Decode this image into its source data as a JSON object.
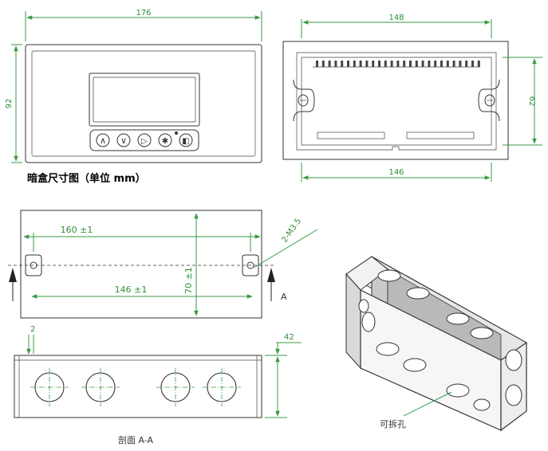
{
  "front_view": {
    "width": "176",
    "height": "92",
    "buttons": [
      {
        "name": "up-button",
        "symbol": "∧"
      },
      {
        "name": "down-button",
        "symbol": "∨"
      },
      {
        "name": "right-button",
        "symbol": "▷"
      },
      {
        "name": "set-button",
        "symbol": "✱"
      },
      {
        "name": "enter-button",
        "symbol": "◧"
      }
    ]
  },
  "box_top_view": {
    "outer_width": "148",
    "inner_width": "146",
    "height": "62"
  },
  "caption_box_size": "暗盒尺寸图（单位 mm）",
  "panel_view": {
    "hole_spacing": "160 ±1",
    "inner_spacing": "146 ±1",
    "height": "70 ±1",
    "screw_label": "2-M3.5",
    "section_marker": "A"
  },
  "section_view": {
    "wall_thickness": "2",
    "depth": "42",
    "caption": "剖面 A-A"
  },
  "iso_view": {
    "knockout_label": "可拆孔"
  },
  "colors": {
    "dimension": "#3a9a46",
    "outline": "#333333",
    "box_face": "#f2f2f2",
    "box_inside": "#c9c9c9"
  }
}
